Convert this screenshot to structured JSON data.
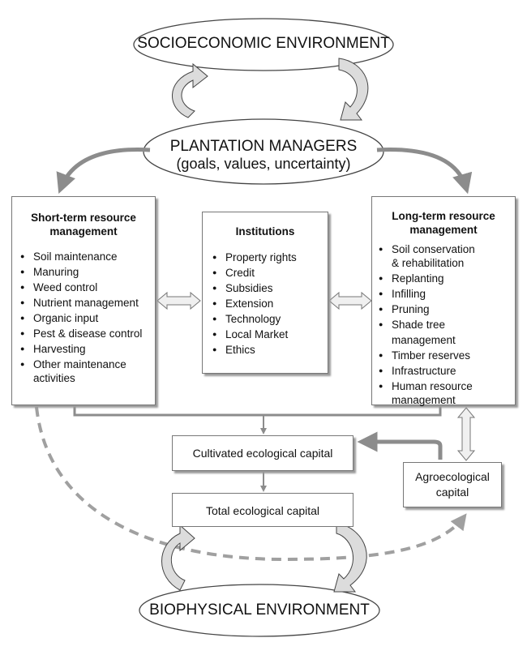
{
  "socioeconomic": "SOCIOECONOMIC ENVIRONMENT",
  "managers": {
    "title": "PLANTATION MANAGERS",
    "subtitle": "(goals, values, uncertainty)"
  },
  "short_term": {
    "title_1": "Short-term  resource",
    "title_2": "management",
    "items": [
      "Soil maintenance",
      "Manuring",
      "Weed control",
      "Nutrient management",
      "Organic input",
      "Pest & disease control",
      "Harvesting",
      "Other maintenance",
      "activities"
    ]
  },
  "institutions": {
    "title": "Institutions",
    "items": [
      "Property rights",
      "Credit",
      "Subsidies",
      "Extension",
      "Technology",
      "Local Market",
      "Ethics"
    ]
  },
  "long_term": {
    "title_1": "Long-term  resource",
    "title_2": "management",
    "items": [
      "Soil conservation",
      "& rehabilitation",
      "Replanting",
      "Infilling",
      "Pruning",
      "Shade tree management",
      "Timber reserves",
      "Infrastructure",
      "Human resource",
      "management"
    ]
  },
  "cultivated_capital": "Cultivated ecological capital",
  "agroecological": {
    "line_1": "Agroecological",
    "line_2": "capital"
  },
  "total_capital": "Total ecological capital",
  "biophysical": "BIOPHYSICAL ENVIRONMENT"
}
